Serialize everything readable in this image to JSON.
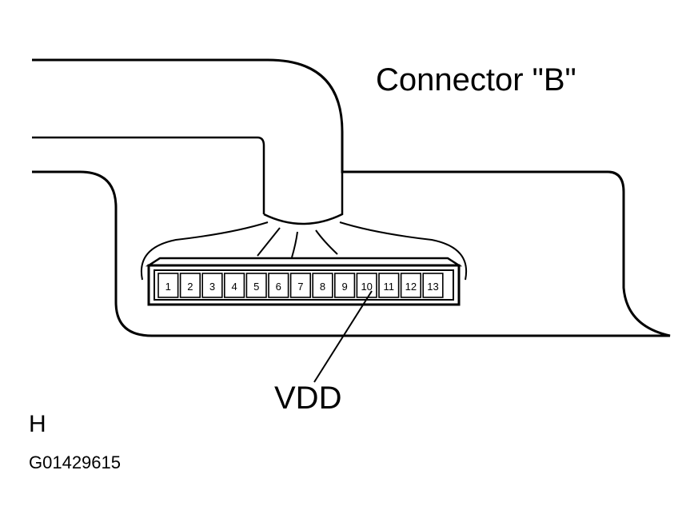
{
  "connector": {
    "title": "Connector \"B\"",
    "pins": [
      "1",
      "2",
      "3",
      "4",
      "5",
      "6",
      "7",
      "8",
      "9",
      "10",
      "11",
      "12",
      "13"
    ],
    "callout": {
      "label": "VDD",
      "pin": "10"
    }
  },
  "view_letter": "H",
  "figure_id": "G01429615"
}
